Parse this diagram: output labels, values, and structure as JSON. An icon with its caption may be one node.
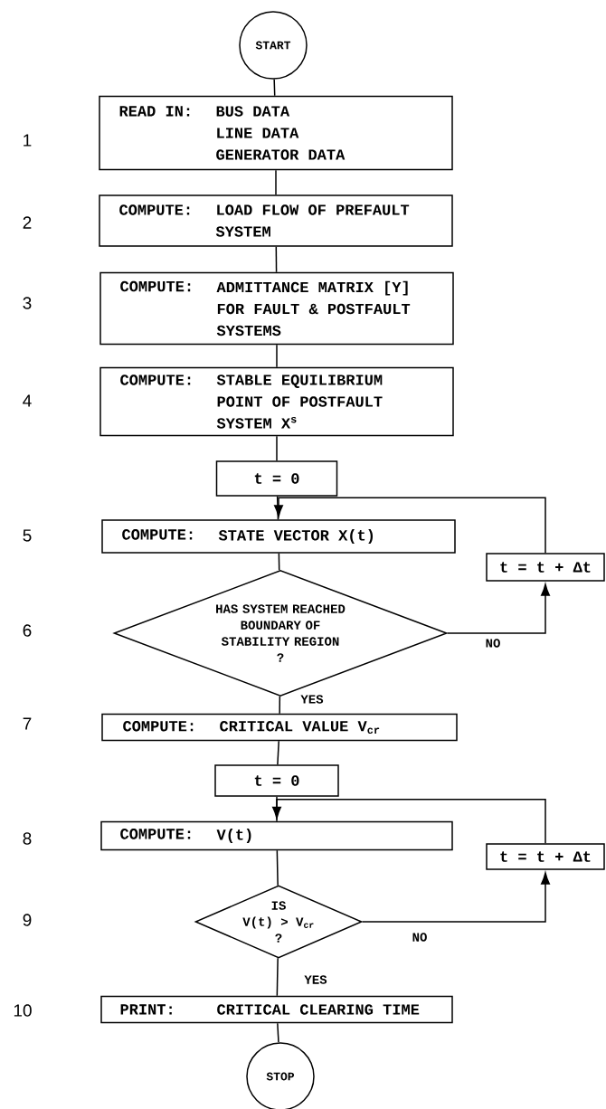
{
  "diagram": {
    "nodes": [
      {
        "text": [
          "START"
        ]
      },
      {
        "text": [
          "READ IN:",
          "BUS DATA",
          "LINE DATA",
          "GENERATOR DATA"
        ]
      },
      {
        "text": [
          "COMPUTE:",
          "LOAD FLOW OF PREFAULT SYSTEM"
        ]
      },
      {
        "text": [
          "COMPUTE:",
          "ADMITTANCE MATRIX [Y] FOR FAULT & POSTFAULT SYSTEMS"
        ]
      },
      {
        "text": [
          "COMPUTE:",
          "STABLE EQUILIBRIUM POINT OF POSTFAULT SYSTEM X$^{s}$"
        ]
      },
      {
        "text": [
          "t = 0"
        ]
      },
      {
        "text": [
          "COMPUTE:",
          "STATE VECTOR X(t)"
        ]
      },
      {
        "text": [
          "t = t + Δt"
        ]
      },
      {
        "text": [
          "HAS SYSTEM REACHED BOUNDARY OF STABILITY REGION",
          "?"
        ]
      },
      {
        "text": [
          "COMPUTE:",
          "CRITICAL VALUE V$_{cr}$"
        ]
      },
      {
        "text": [
          "t = 0"
        ]
      },
      {
        "text": [
          "COMPUTE:",
          "V(t)"
        ]
      },
      {
        "text": [
          "t = t + Δt"
        ]
      },
      {
        "text": [
          "IS",
          "V(t) > V$_{cr}$",
          "?"
        ]
      },
      {
        "text": [
          "PRINT:",
          "CRITICAL CLEARING TIME"
        ]
      },
      {
        "text": [
          "STOP"
        ]
      }
    ],
    "edges": [
      {
        "from": 0,
        "to": 1,
        "arrow": "none"
      },
      {
        "from": 1,
        "to": 2,
        "arrow": "none"
      },
      {
        "from": 2,
        "to": 3,
        "arrow": "none"
      },
      {
        "from": 3,
        "to": 4,
        "arrow": "none"
      },
      {
        "from": 4,
        "to": 5,
        "arrow": "none"
      },
      {
        "from": 5,
        "to": 6,
        "arrow": "none"
      },
      {
        "from": 6,
        "to": 8,
        "arrow": "none"
      },
      {
        "from": 8,
        "to": 7,
        "arrow": "to",
        "label": "NO"
      },
      {
        "from": 7,
        "to": 6,
        "arrow": "to"
      },
      {
        "from": 8,
        "to": 9,
        "arrow": "none",
        "label": "YES"
      },
      {
        "from": 9,
        "to": 10,
        "arrow": "none"
      },
      {
        "from": 10,
        "to": 11,
        "arrow": "none"
      },
      {
        "from": 11,
        "to": 13,
        "arrow": "none"
      },
      {
        "from": 13,
        "to": 12,
        "arrow": "to",
        "label": "NO"
      },
      {
        "from": 12,
        "to": 11,
        "arrow": "to"
      },
      {
        "from": 13,
        "to": 14,
        "arrow": "none",
        "label": "YES"
      },
      {
        "from": 14,
        "to": 15,
        "arrow": "none"
      }
    ],
    "labels": [
      "1",
      "2",
      "3",
      "4",
      "5",
      "6",
      "7",
      "8",
      "9",
      "10"
    ]
  }
}
